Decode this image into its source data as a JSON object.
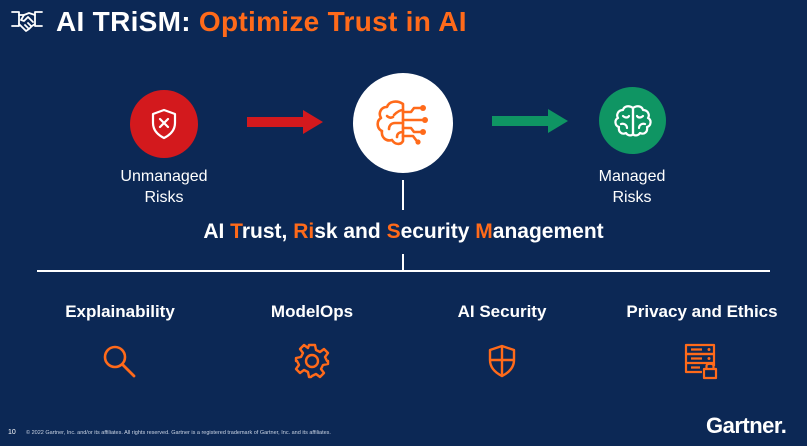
{
  "title": {
    "part1": "AI TRiSM:",
    "part2": "Optimize Trust in AI",
    "icon": "handshake-icon",
    "accent_color": "#ff6a1a"
  },
  "flow": {
    "left_label_line1": "Unmanaged",
    "left_label_line2": "Risks",
    "right_label_line1": "Managed",
    "right_label_line2": "Risks",
    "left_icon": "shield-x-icon",
    "center_icon": "brain-circuit-icon",
    "right_icon": "brain-icon",
    "colors": {
      "unmanaged": "#d3191d",
      "managed": "#0f9563",
      "background": "#0c2855"
    }
  },
  "trism": {
    "seg1": "AI ",
    "hl1": "T",
    "seg2": "rust, ",
    "hl2": "Ri",
    "seg3": "sk and ",
    "hl3": "S",
    "seg4": "ecurity ",
    "hl4": "M",
    "seg5": "anagement"
  },
  "pillars": [
    {
      "label": "Explainability",
      "icon": "magnifier-icon"
    },
    {
      "label": "ModelOps",
      "icon": "gear-icon"
    },
    {
      "label": "AI Security",
      "icon": "shield-icon"
    },
    {
      "label": "Privacy and Ethics",
      "icon": "server-lock-icon"
    }
  ],
  "footer": {
    "page_number": "10",
    "copyright": "© 2022 Gartner, Inc. and/or its affiliates. All rights reserved. Gartner is a registered trademark of Gartner, Inc. and its affiliates.",
    "logo": "Gartner."
  }
}
